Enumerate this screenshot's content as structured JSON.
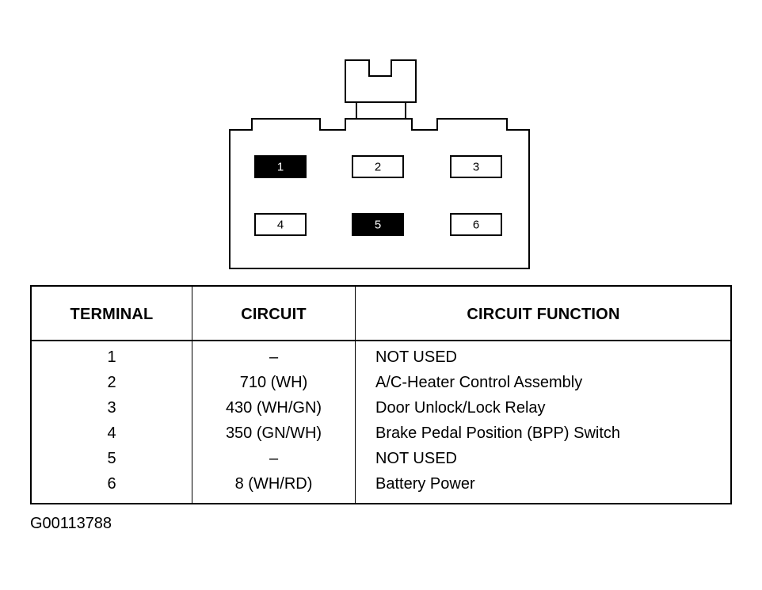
{
  "connector": {
    "pins": [
      {
        "label": "1",
        "filled": true
      },
      {
        "label": "2",
        "filled": false
      },
      {
        "label": "3",
        "filled": false
      },
      {
        "label": "4",
        "filled": false
      },
      {
        "label": "5",
        "filled": true
      },
      {
        "label": "6",
        "filled": false
      }
    ]
  },
  "table": {
    "headers": {
      "terminal": "TERMINAL",
      "circuit": "CIRCUIT",
      "function": "CIRCUIT FUNCTION"
    },
    "rows": [
      {
        "terminal": "1",
        "circuit": "–",
        "function": "NOT USED"
      },
      {
        "terminal": "2",
        "circuit": "710 (WH)",
        "function": "A/C-Heater Control Assembly"
      },
      {
        "terminal": "3",
        "circuit": "430 (WH/GN)",
        "function": "Door Unlock/Lock Relay"
      },
      {
        "terminal": "4",
        "circuit": "350 (GN/WH)",
        "function": "Brake Pedal Position (BPP) Switch"
      },
      {
        "terminal": "5",
        "circuit": "–",
        "function": "NOT USED"
      },
      {
        "terminal": "6",
        "circuit": "8 (WH/RD)",
        "function": "Battery Power"
      }
    ]
  },
  "figure_id": "G00113788"
}
